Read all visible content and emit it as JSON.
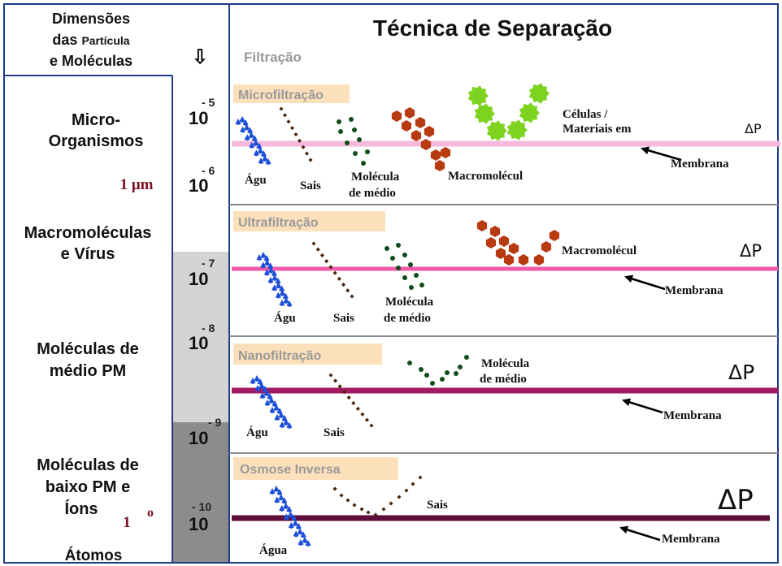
{
  "left_col": {
    "header_l1": "Dimensões",
    "header_l2a": "das ",
    "header_l2b": "Partícula",
    "header_l3": "e Moléculas",
    "cat_micro_l1": "Micro-",
    "cat_micro_l2": "Organismos",
    "unit_um": "1 μm",
    "cat_macro_l1": "Macromoléculas",
    "cat_macro_l2": "e Vírus",
    "cat_medio_l1": "Moléculas de",
    "cat_medio_l2": "médio PM",
    "cat_baixo_l1": "Moléculas de",
    "cat_baixo_l2": "baixo PM e",
    "cat_baixo_l3": "Íons",
    "angstrom_1": "1",
    "angstrom_o": "o",
    "cat_atomos": "Átomos"
  },
  "scale": {
    "arrow": "⇩",
    "ticks": [
      {
        "base": "10",
        "exp": "- 5"
      },
      {
        "base": "10",
        "exp": "- 6"
      },
      {
        "base": "10",
        "exp": "- 7"
      },
      {
        "base": "10",
        "exp": "- 8"
      },
      {
        "base": "10",
        "exp": "- 9"
      },
      {
        "base": "10",
        "exp": "- 10"
      }
    ]
  },
  "right_col": {
    "title": "Técnica de Separação",
    "subtitle": "Filtração"
  },
  "panels": {
    "micro": {
      "tab": "Microfiltração",
      "agua": "Águ",
      "sais": "Sais",
      "molecula_l1": "Molécula",
      "molecula_l2": "de  médio",
      "macro": "Macromolécul",
      "celulas_l1": "Células /",
      "celulas_l2": "Materiais em",
      "dp": "ΔP",
      "membrana": "Membrana"
    },
    "ultra": {
      "tab": "Ultrafiltração",
      "agua": "Águ",
      "sais": "Sais",
      "molecula_l1": "Molécula",
      "molecula_l2": "de  médio",
      "macro": "Macromolécul",
      "dp": "ΔP",
      "membrana": "Membrana"
    },
    "nano": {
      "tab": "Nanofiltração",
      "agua": "Águ",
      "sais": "Sais",
      "molecula_l1": "Molécula",
      "molecula_l2": "de  médio",
      "dp": "ΔP",
      "membrana": "Membrana"
    },
    "osmose": {
      "tab": "Osmose Inversa",
      "agua": "Água",
      "sais": "Sais",
      "dp": "ΔP",
      "membrana": "Membrana"
    }
  },
  "colors": {
    "frame": "#1f3a8a",
    "water": "#1d4fd8",
    "salt": "#4a2408",
    "molecule": "#0f4d1a",
    "macro": "#b83a10",
    "cell": "#7ed321",
    "tab_bg": "#fce0bb",
    "membrane_micro": "#f6b8dc",
    "membrane_ultra": "#ee5aa8",
    "membrane_nano": "#a01a62",
    "membrane_osmose": "#5e0d3a",
    "scale_light": "#d4d4d4",
    "scale_dark": "#8c8c8c"
  }
}
